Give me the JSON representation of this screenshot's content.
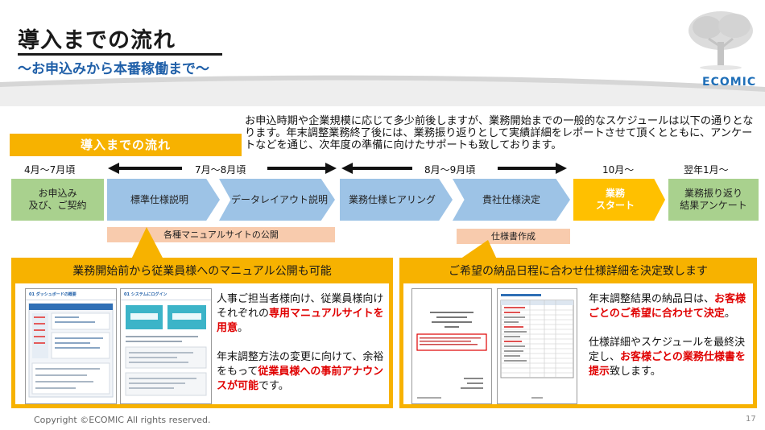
{
  "title": "導入までの流れ",
  "subtitle": "～お申込みから本番稼働まで～",
  "logo": "ECOMIC",
  "intro": "お申込時期や企業規模に応じて多少前後しますが、業務開始までの一般的なスケジュールは以下の通りとなります。年末調整業務終了後には、業務振り返りとして実績詳細をレポートさせて頂くとともに、アンケートなどを通じ、次年度の準備に向けたサポートも致しております。",
  "flow_banner": "導入までの流れ",
  "periods": [
    "4月～7月頃",
    "7月～8月頃",
    "8月～9月頃",
    "10月～",
    "翌年1月～"
  ],
  "steps": [
    {
      "line1": "お申込み",
      "line2": "及び、ご契約"
    },
    {
      "line1": "標準仕様説明",
      "line2": ""
    },
    {
      "line1": "データレイアウト説明",
      "line2": ""
    },
    {
      "line1": "業務仕様ヒアリング",
      "line2": ""
    },
    {
      "line1": "貴社仕様決定",
      "line2": ""
    },
    {
      "line1": "業務",
      "line2": "スタート"
    },
    {
      "line1": "業務振り返り",
      "line2": "結果アンケート"
    }
  ],
  "bars": {
    "manual_site": "各種マニュアルサイトの公開",
    "spec_doc": "仕様書作成"
  },
  "left_panel": {
    "heading": "業務開始前から従業員様へのマニュアル公開も可能",
    "p1_a": "人事ご担当者様向け、従業員様向けそれぞれの",
    "p1_hl": "専用マニュアルサイトを用意",
    "p1_b": "。",
    "p2_a": "年末調整方法の変更に向けて、余裕をもって",
    "p2_hl": "従業員様への事前アナウンスが可能",
    "p2_b": "です。",
    "thumb1_title": "01 ダッシュボードの概要",
    "thumb2_title": "01 システムにログイン"
  },
  "right_panel": {
    "heading": "ご希望の納品日程に合わせ仕様詳細を決定致します",
    "p1_a": "年末調整結果の納品日は、",
    "p1_hl": "お客様ごとのご希望に合わせて決定",
    "p1_b": "。",
    "p2_a": "仕様詳細やスケジュールを最終決定し、",
    "p2_hl": "お客様ごとの業務仕様書を提示",
    "p2_b": "致します。"
  },
  "footer": "Copyright ©ECOMIC All rights reserved.",
  "page_number": "17",
  "colors": {
    "gold": "#f7b200",
    "green": "#a9d18e",
    "blue": "#9dc3e6",
    "peach": "#f8cbad",
    "red": "#e00000",
    "navy": "#1f5fa8"
  }
}
